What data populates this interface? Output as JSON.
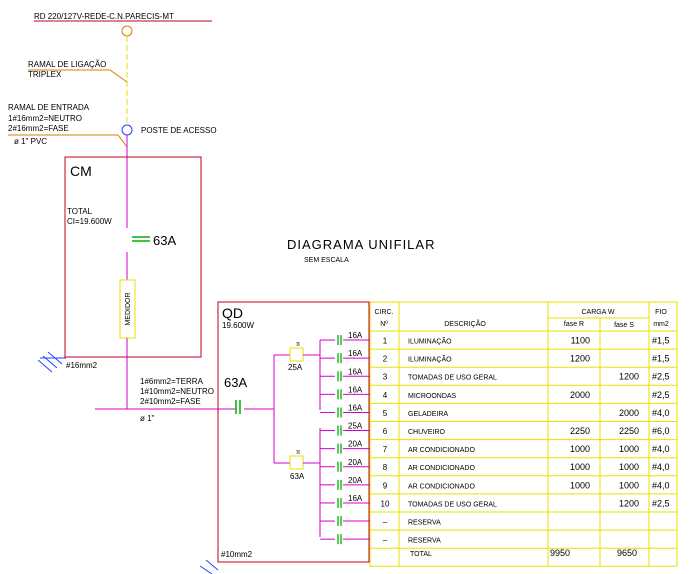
{
  "supply": {
    "network": "RD 220/127V-REDE-C.N.PARECIS-MT",
    "ramal_ligacao_l1": "RAMAL DE LIGAÇÃO",
    "ramal_ligacao_l2": "TRIPLEX",
    "ramal_entrada_l1": "RAMAL DE ENTRADA",
    "ramal_entrada_l2": "1#16mm2=NEUTRO",
    "ramal_entrada_l3": "2#16mm2=FASE",
    "ramal_entrada_l4": "ø 1\" PVC",
    "poste": "POSTE DE ACESSO"
  },
  "title": {
    "main": "DIAGRAMA UNIFILAR",
    "sub": "SEM ESCALA"
  },
  "cm": {
    "label": "CM",
    "total_label": "TOTAL",
    "total_value": "CI=19.600W",
    "breaker": "63A",
    "meter": "MEDIDOR",
    "ground": "#16mm2"
  },
  "feeder": {
    "terra": "1#6mm2=TERRA",
    "neutro": "1#10mm2=NEUTRO",
    "fase": "2#10mm2=FASE",
    "conduit": "ø 1\""
  },
  "qd": {
    "label": "QD",
    "power": "19.600W",
    "main_breaker": "63A",
    "dr_top": "25A",
    "dr_bottom": "63A",
    "ground": "#10mm2"
  },
  "table": {
    "headers": {
      "circ_l1": "CIRC.",
      "circ_l2": "Nº",
      "desc": "DESCRIÇÃO",
      "carga": "CARGA W",
      "fase_r": "fase R",
      "fase_s": "fase S",
      "fio_l1": "FIO",
      "fio_l2": "mm2"
    },
    "rows": [
      {
        "breaker": "16A",
        "circ": "1",
        "desc": "ILUMINAÇÃO",
        "r": "1100",
        "s": "",
        "fio": "#1,5"
      },
      {
        "breaker": "16A",
        "circ": "2",
        "desc": "ILUMINAÇÃO",
        "r": "1200",
        "s": "",
        "fio": "#1,5"
      },
      {
        "breaker": "16A",
        "circ": "3",
        "desc": "TOMADAS DE USO GERAL",
        "r": "",
        "s": "1200",
        "fio": "#2,5"
      },
      {
        "breaker": "16A",
        "circ": "4",
        "desc": "MICROONDAS",
        "r": "2000",
        "s": "",
        "fio": "#2,5"
      },
      {
        "breaker": "16A",
        "circ": "5",
        "desc": "GELADEIRA",
        "r": "",
        "s": "2000",
        "fio": "#4,0"
      },
      {
        "breaker": "25A",
        "circ": "6",
        "desc": "CHUVEIRO",
        "r": "2250",
        "s": "2250",
        "fio": "#6,0"
      },
      {
        "breaker": "20A",
        "circ": "7",
        "desc": "AR CONDICIONADO",
        "r": "1000",
        "s": "1000",
        "fio": "#4,0"
      },
      {
        "breaker": "20A",
        "circ": "8",
        "desc": "AR CONDICIONADO",
        "r": "1000",
        "s": "1000",
        "fio": "#4,0"
      },
      {
        "breaker": "20A",
        "circ": "9",
        "desc": "AR CONDICIONADO",
        "r": "1000",
        "s": "1000",
        "fio": "#4,0"
      },
      {
        "breaker": "16A",
        "circ": "10",
        "desc": "TOMADAS DE USO GERAL",
        "r": "",
        "s": "1200",
        "fio": "#2,5"
      },
      {
        "breaker": "",
        "circ": "–",
        "desc": "RESERVA",
        "r": "",
        "s": "",
        "fio": ""
      },
      {
        "breaker": "",
        "circ": "–",
        "desc": "RESERVA",
        "r": "",
        "s": "",
        "fio": ""
      }
    ],
    "total": {
      "label": "TOTAL",
      "r": "9950",
      "s": "9650"
    }
  },
  "colors": {
    "red": "#c0001e",
    "magenta": "#d000d0",
    "yellow": "#e8e000",
    "green": "#00b000",
    "orange": "#d08000",
    "blue": "#2040ff"
  }
}
